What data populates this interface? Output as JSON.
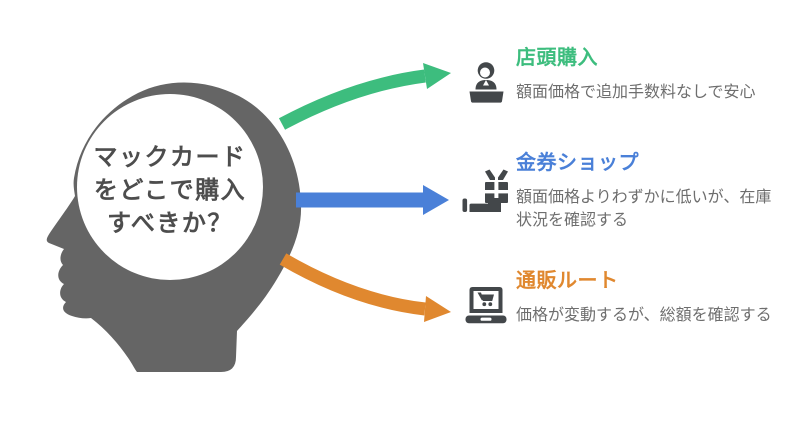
{
  "question": {
    "lines": [
      "マックカード",
      "をどこで購入",
      "すべきか？"
    ]
  },
  "options": [
    {
      "title": "店頭購入",
      "desc_lines": [
        "額面価格で追加手数料なしで安心"
      ],
      "accent_color": "#3dbd7e",
      "icon": "clerk-at-counter-icon"
    },
    {
      "title": "金券ショップ",
      "desc_lines": [
        "額面価格よりわずかに低いが、在庫",
        "状況を確認する"
      ],
      "accent_color": "#4a80d8",
      "icon": "gift-in-hand-icon"
    },
    {
      "title": "通販ルート",
      "desc_lines": [
        "価格が変動するが、総額を確認する"
      ],
      "accent_color": "#e0882f",
      "icon": "laptop-shopping-cart-icon"
    }
  ],
  "colors": {
    "background": "#ffffff",
    "head_silhouette": "#656565",
    "circle_fill": "#ffffff",
    "question_text": "#4d4d4d",
    "icon": "#43474a",
    "description_text": "#6e6e6e"
  }
}
